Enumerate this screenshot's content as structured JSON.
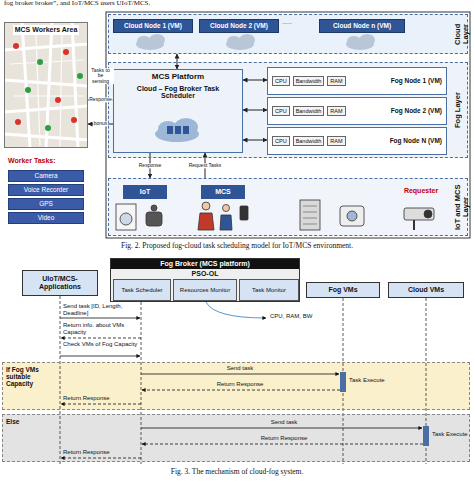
{
  "diagram": {
    "nodes": [
      {
        "text": [
          "MCS Workers Area"
        ]
      },
      {
        "text": [
          "Cloud Layer"
        ]
      },
      {
        "text": [
          "Cloud Node 1 (VM)"
        ],
        "in": 1
      },
      {
        "text": [
          "Cloud Node 2 (VM)"
        ],
        "in": 1
      },
      {
        "text": [
          "Cloud Node n (VM)"
        ],
        "in": 1
      },
      {
        "text": [
          "Fog Layer"
        ]
      },
      {
        "text": [
          "MCS Platform",
          "Cloud – Fog Broker Task Scheduler"
        ],
        "in": 5
      },
      {
        "text": [
          "CPU",
          "Bandwidth",
          "RAM",
          "Fog Node 1 (VM)"
        ],
        "in": 5
      },
      {
        "text": [
          "CPU",
          "Bandwidth",
          "RAM",
          "Fog Node 2 (VM)"
        ],
        "in": 5
      },
      {
        "text": [
          "CPU",
          "Bandwidth",
          "RAM",
          "Fog Node N (VM)"
        ],
        "in": 5
      },
      {
        "text": [
          "IoT and MCS Layer"
        ]
      },
      {
        "text": [
          "IoT"
        ],
        "in": 10
      },
      {
        "text": [
          "MCS"
        ],
        "in": 10
      },
      {
        "text": [
          "Requester"
        ],
        "in": 10
      },
      {
        "text": [
          "Camera"
        ]
      },
      {
        "text": [
          "Voice Recorder"
        ]
      },
      {
        "text": [
          "GPS"
        ]
      },
      {
        "text": [
          "Video"
        ]
      },
      {
        "text": [
          "Fog Broker (MCS platform)",
          "PSO-OL"
        ]
      },
      {
        "text": [
          "Task Scheduler"
        ],
        "in": 18
      },
      {
        "text": [
          "Resources Monitor"
        ],
        "in": 18
      },
      {
        "text": [
          "Task Monitor"
        ],
        "in": 18
      },
      {
        "text": [
          "UIoT/MCS-Applications"
        ]
      },
      {
        "text": [
          "Fog VMs"
        ]
      },
      {
        "text": [
          "Cloud VMs"
        ]
      },
      {
        "text": [
          "If Fog VMs suitable Capacity"
        ]
      },
      {
        "text": [
          "Else"
        ]
      }
    ],
    "edges": [
      {
        "from": 6,
        "to": 0,
        "label": "Tasks to be sensing",
        "arrow": "to"
      },
      {
        "from": 0,
        "to": 6,
        "label": "Response",
        "arrow": "to"
      },
      {
        "from": 6,
        "to": 0,
        "label": "bonus",
        "arrow": "to"
      },
      {
        "from": 6,
        "to": 1,
        "arrow": "both"
      },
      {
        "from": 6,
        "to": 7,
        "arrow": "both"
      },
      {
        "from": 6,
        "to": 8,
        "arrow": "both"
      },
      {
        "from": 6,
        "to": 9,
        "arrow": "both"
      },
      {
        "from": 6,
        "to": 10,
        "label": "Response",
        "arrow": "to"
      },
      {
        "from": 10,
        "to": 6,
        "label": "Request Tasks",
        "arrow": "to"
      }
    ],
    "labels": [
      "fog broker broker”, and IoT/MCS users UIoT/MCS.",
      "......",
      "Worker Tasks:",
      "Fig. 2. Proposed fog-cloud task scheduling model for IoT/MCS environment.",
      "Send task [ID, Length, Deadline]",
      "Return info. about VMs Capacity",
      "Check VMs of Fog Capacity",
      "CPU, RAM, BW",
      "Send task",
      "Return Response",
      "Task Execute",
      "Return Response",
      "Send task",
      "Return Response",
      "Task Execute",
      "Return Response",
      "Fig. 3. The mechanism of cloud-fog system."
    ]
  }
}
